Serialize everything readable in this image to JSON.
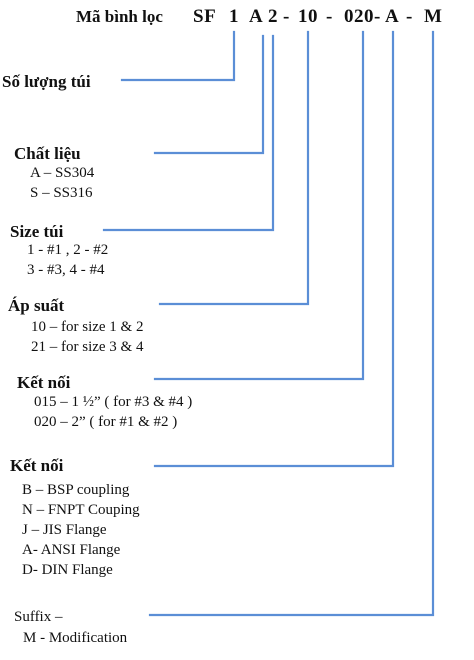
{
  "code_label": "Mã bình lọc",
  "code_segments": [
    "SF",
    "1",
    "A",
    "2",
    "-",
    "10",
    "-",
    "020-",
    "A",
    "-",
    "M"
  ],
  "sections": [
    {
      "heading": "Số lượng túi",
      "options": []
    },
    {
      "heading": "Chất liệu",
      "options": [
        "A – SS304",
        "S – SS316"
      ]
    },
    {
      "heading": "Size túi",
      "options": [
        "1 -  #1 , 2 - #2",
        "3 -  #3,  4 - #4"
      ]
    },
    {
      "heading": "Áp suất",
      "options": [
        "10 – for size 1 & 2",
        "21 – for size 3 & 4"
      ]
    },
    {
      "heading": "Kết nối",
      "options": [
        "015 – 1 ½” ( for #3 & #4 )",
        "020 – 2” ( for #1 & #2 )"
      ]
    },
    {
      "heading": "Kết nối",
      "options": [
        "B – BSP coupling",
        "N – FNPT Couping",
        "J – JIS Flange",
        "A-  ANSI Flange",
        "D- DIN Flange"
      ]
    },
    {
      "heading": "Suffix –",
      "options": [
        "M - Modification"
      ]
    }
  ],
  "colors": {
    "connector": "#5b8ed6",
    "text": "#111111"
  }
}
